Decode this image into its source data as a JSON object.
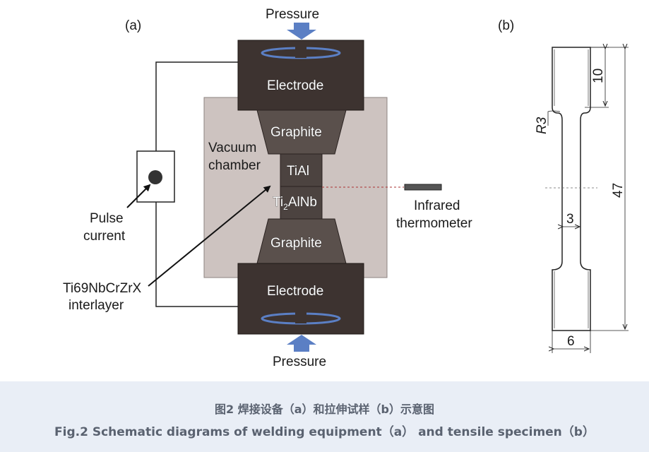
{
  "panel_a": {
    "panel_label": "(a)",
    "pressure_top": "Pressure",
    "pressure_bottom": "Pressure",
    "electrode_top": "Electrode",
    "electrode_bottom": "Electrode",
    "graphite_top": "Graphite",
    "graphite_bottom": "Graphite",
    "vacuum_chamber_line1": "Vacuum",
    "vacuum_chamber_line2": "chamber",
    "tial": "TiAl",
    "ti2alnb_prefix": "Ti",
    "ti2alnb_sub": "2",
    "ti2alnb_suffix": "AlNb",
    "pulse_line1": "Pulse",
    "pulse_line2": "current",
    "interlayer_line1": "Ti69NbCrZrX",
    "interlayer_line2": "interlayer",
    "thermometer_line1": "Infrared",
    "thermometer_line2": "thermometer"
  },
  "panel_b": {
    "panel_label": "(b)",
    "dim_top": "10",
    "dim_total": "47",
    "dim_radius": "R3",
    "dim_gauge_width": "3",
    "dim_grip_width": "6"
  },
  "caption": {
    "chinese": "图2 焊接设备（a）和拉伸试样（b）示意图",
    "english": "Fig.2 Schematic diagrams of welding equipment（a） and tensile specimen（b）"
  },
  "colors": {
    "electrode": "#3d3330",
    "graphite": "#5a504c",
    "chamber": "#cdc3c0",
    "arrow": "#5b7fc4",
    "caption_bg": "#e9eef6"
  }
}
